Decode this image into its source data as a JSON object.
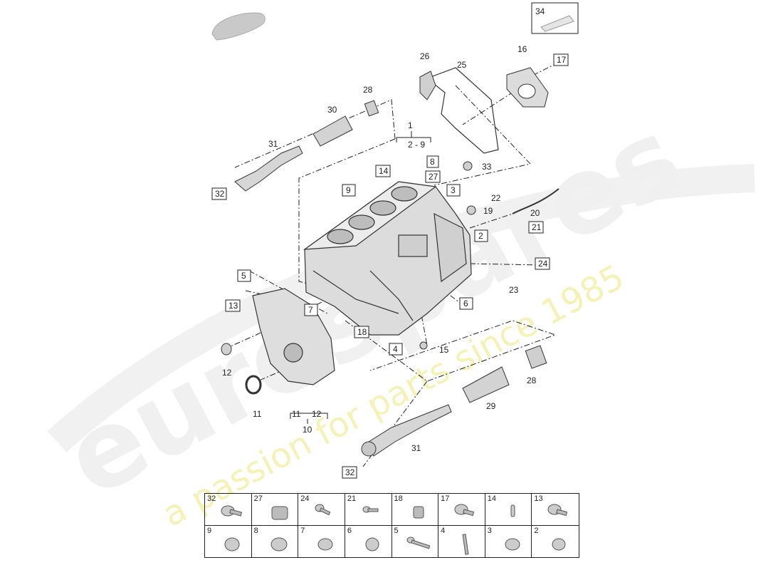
{
  "callouts": {
    "c1": "1",
    "c2_9": "2 - 9",
    "c2": "2",
    "c3": "3",
    "c4": "4",
    "c5": "5",
    "c6": "6",
    "c7": "7",
    "c8": "8",
    "c9": "9",
    "c10": "10",
    "c11a": "11",
    "c11b": "11",
    "c12a": "12",
    "c12b": "12",
    "c13": "13",
    "c14": "14",
    "c15": "15",
    "c16": "16",
    "c17": "17",
    "c18": "18",
    "c19": "19",
    "c20": "20",
    "c21": "21",
    "c22": "22",
    "c23": "23",
    "c24": "24",
    "c25": "25",
    "c26": "26",
    "c27": "27",
    "c28a": "28",
    "c28b": "28",
    "c29": "29",
    "c30": "30",
    "c31a": "31",
    "c31b": "31",
    "c32a": "32",
    "c32b": "32",
    "c33": "33",
    "c34": "34"
  },
  "parts_grid": [
    "32",
    "27",
    "24",
    "21",
    "18",
    "17",
    "14",
    "13",
    "9",
    "8",
    "7",
    "6",
    "5",
    "4",
    "3",
    "2"
  ],
  "watermark": {
    "brand": "eurospares",
    "tagline": "a passion for parts since 1985"
  },
  "colors": {
    "line": "#222222",
    "part_fill": "#d9d9d9",
    "watermark": "#eeeeee",
    "watermark_tagline": "#f3f1b0"
  }
}
